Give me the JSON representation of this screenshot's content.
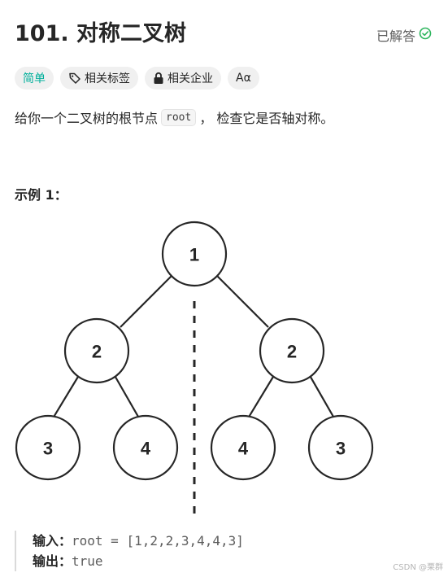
{
  "problem": {
    "title": "101. 对称二叉树",
    "status_label": "已解答",
    "status_color": "#2db55d"
  },
  "tags": {
    "difficulty": "简单",
    "difficulty_color": "#00af9b",
    "topics": "相关标签",
    "companies": "相关企业",
    "font_toggle": "Aα"
  },
  "description": {
    "before": "给你一个二叉树的根节点",
    "code": "root",
    "after": "， 检查它是否轴对称。"
  },
  "example": {
    "title": "示例 1：",
    "input_label": "输入：",
    "input_value": "root = [1,2,2,3,4,4,3]",
    "output_label": "输出：",
    "output_value": "true"
  },
  "tree": {
    "nodes": [
      "1",
      "2",
      "2",
      "3",
      "4",
      "4",
      "3"
    ]
  },
  "watermark": "CSDN @栗群"
}
